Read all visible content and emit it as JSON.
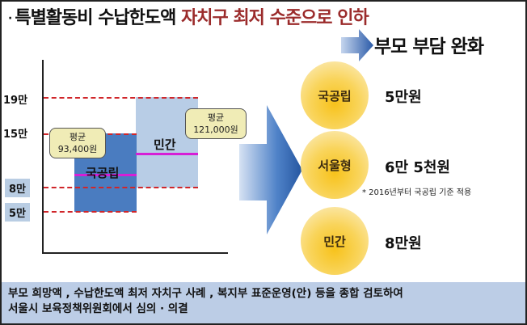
{
  "title": {
    "bullet": "·",
    "prefix": "특별활동비 수납한도액 ",
    "highlight": "자치구 최저 수준으로 인하"
  },
  "subhead": "부모 부담 완화",
  "chart_data": {
    "type": "range-bar",
    "y_ticks": [
      "19만",
      "15만",
      "8만",
      "5만"
    ],
    "y_values": [
      190000,
      150000,
      80000,
      50000
    ],
    "bars": [
      {
        "name": "국공립",
        "min": 50000,
        "max": 150000,
        "average": 93400,
        "average_label": "평균\n93,400원",
        "color": "#4a7cc0"
      },
      {
        "name": "민간",
        "min": 80000,
        "max": 190000,
        "average": 121000,
        "average_label": "평균\n121,000원",
        "color": "#b8cde6"
      }
    ]
  },
  "chart": {
    "y_labels": {
      "t19": "19만",
      "t15": "15만",
      "t8": "8만",
      "t5": "5만"
    },
    "bar1_label": "국공립",
    "bar2_label": "민간",
    "callout1_line1": "평균",
    "callout1_line2": "93,400원",
    "callout2_line1": "평균",
    "callout2_line2": "121,000원"
  },
  "results": [
    {
      "category": "국공립",
      "amount": "5만원"
    },
    {
      "category": "서울형",
      "amount": "6만 5천원"
    },
    {
      "category": "민간",
      "amount": "8만원"
    }
  ],
  "note": "* 2016년부터 국공립 기준 적용",
  "footer": {
    "line1": "부모 희망액 , 수납한도액 최저 자치구 사례 , 복지부 표준운영(안) 등을 종합 검토하여",
    "line2": "서울시 보육정책위원회에서 심의 · 의결"
  },
  "colors": {
    "highlight": "#9b2b2b",
    "dash": "#d0262a",
    "average_line": "#d61fd6",
    "footer_bg": "#bccde6"
  }
}
